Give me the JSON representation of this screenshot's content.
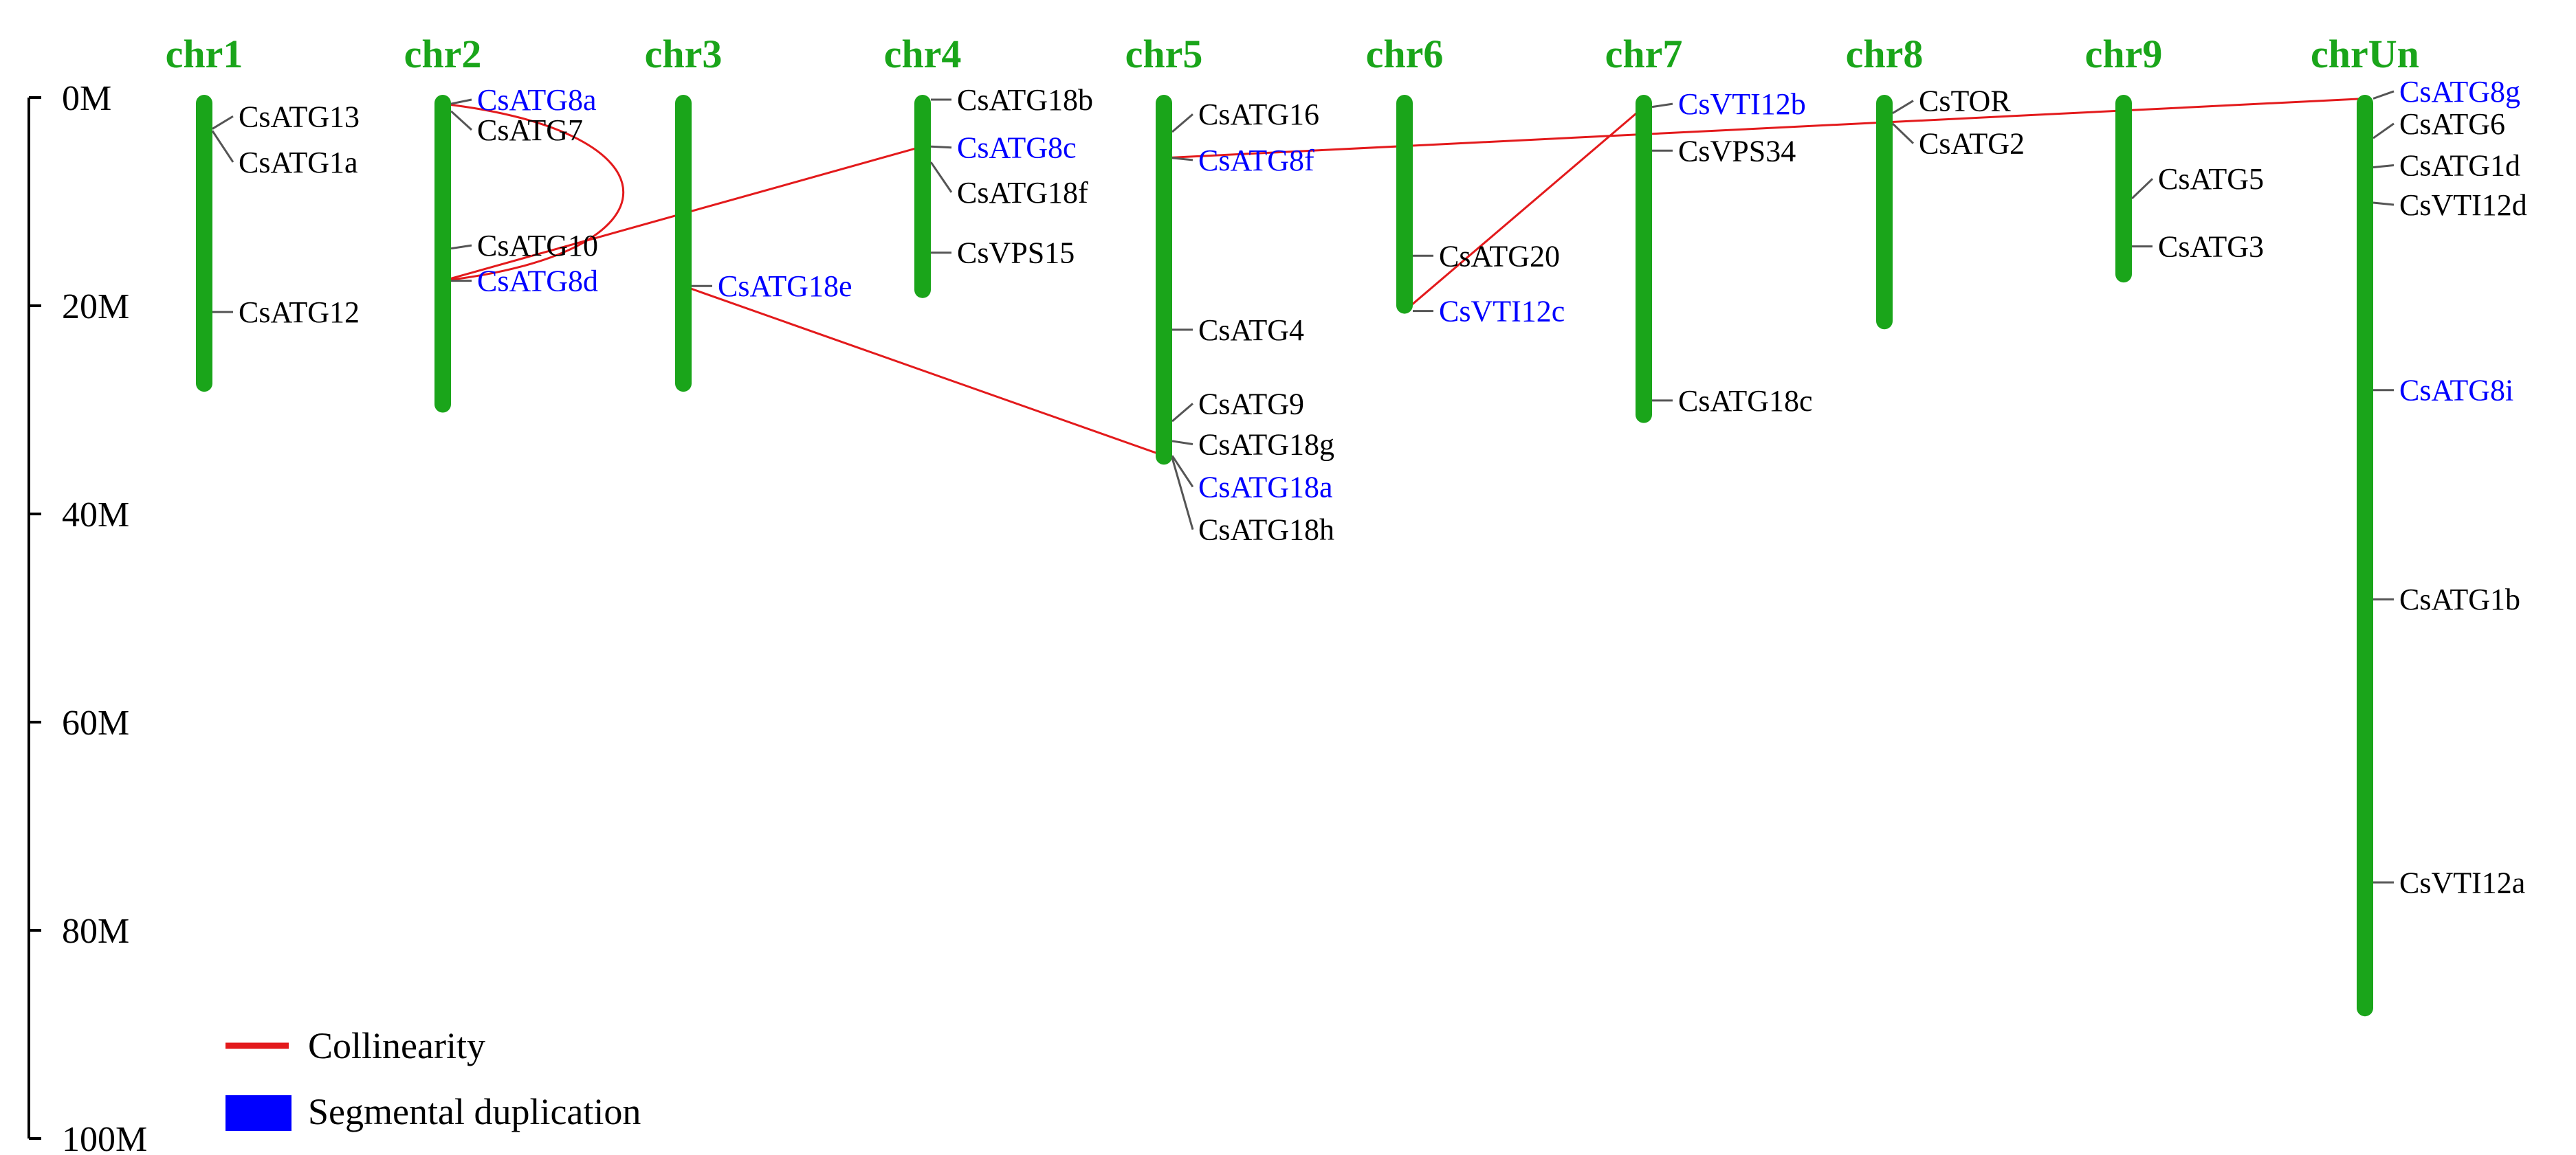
{
  "colors": {
    "chromosome": "#1aa51a",
    "chr_title": "#1aa51a",
    "collinearity": "#e31a1c",
    "segmental": "#0000ff",
    "gene_default": "#000000",
    "tick_line": "#555555"
  },
  "axis": {
    "unit": "M",
    "ticks": [
      "0M",
      "20M",
      "40M",
      "60M",
      "80M",
      "100M"
    ],
    "range": [
      0,
      100
    ]
  },
  "chromosomes": [
    {
      "name": "chr1",
      "length": 28
    },
    {
      "name": "chr2",
      "length": 30
    },
    {
      "name": "chr3",
      "length": 28
    },
    {
      "name": "chr4",
      "length": 19
    },
    {
      "name": "chr5",
      "length": 35
    },
    {
      "name": "chr6",
      "length": 20.5
    },
    {
      "name": "chr7",
      "length": 31
    },
    {
      "name": "chr8",
      "length": 22
    },
    {
      "name": "chr9",
      "length": 17.5
    },
    {
      "name": "chrUn",
      "length": 88
    }
  ],
  "genes": [
    {
      "name": "CsATG13",
      "chr": "chr1",
      "pos": 3,
      "label_pos": 1.8,
      "segmental": false
    },
    {
      "name": "CsATG1a",
      "chr": "chr1",
      "pos": 3.2,
      "label_pos": 6.2,
      "segmental": false
    },
    {
      "name": "CsATG12",
      "chr": "chr1",
      "pos": 20.6,
      "label_pos": 20.6,
      "segmental": false
    },
    {
      "name": "CsATG8a",
      "chr": "chr2",
      "pos": 0.6,
      "label_pos": 0.2,
      "segmental": true
    },
    {
      "name": "CsATG7",
      "chr": "chr2",
      "pos": 1.3,
      "label_pos": 3.1,
      "segmental": false
    },
    {
      "name": "CsATG10",
      "chr": "chr2",
      "pos": 14.5,
      "label_pos": 14.2,
      "segmental": false
    },
    {
      "name": "CsATG8d",
      "chr": "chr2",
      "pos": 17.6,
      "label_pos": 17.6,
      "segmental": true
    },
    {
      "name": "CsATG18e",
      "chr": "chr3",
      "pos": 18.1,
      "label_pos": 18.1,
      "segmental": true
    },
    {
      "name": "CsATG18b",
      "chr": "chr4",
      "pos": 0.2,
      "label_pos": 0.2,
      "segmental": false
    },
    {
      "name": "CsATG8c",
      "chr": "chr4",
      "pos": 4.7,
      "label_pos": 4.8,
      "segmental": true
    },
    {
      "name": "CsATG18f",
      "chr": "chr4",
      "pos": 6.2,
      "label_pos": 9.1,
      "segmental": false
    },
    {
      "name": "CsVPS15",
      "chr": "chr4",
      "pos": 14.9,
      "label_pos": 14.9,
      "segmental": false
    },
    {
      "name": "CsATG16",
      "chr": "chr5",
      "pos": 3.3,
      "label_pos": 1.6,
      "segmental": false
    },
    {
      "name": "CsATG8f",
      "chr": "chr5",
      "pos": 5.8,
      "label_pos": 6.0,
      "segmental": true
    },
    {
      "name": "CsATG4",
      "chr": "chr5",
      "pos": 22.3,
      "label_pos": 22.3,
      "segmental": false
    },
    {
      "name": "CsATG9",
      "chr": "chr5",
      "pos": 31.1,
      "label_pos": 29.4,
      "segmental": false
    },
    {
      "name": "CsATG18g",
      "chr": "chr5",
      "pos": 33.0,
      "label_pos": 33.3,
      "segmental": false
    },
    {
      "name": "CsATG18a",
      "chr": "chr5",
      "pos": 34.4,
      "label_pos": 37.4,
      "segmental": true
    },
    {
      "name": "CsATG18h",
      "chr": "chr5",
      "pos": 34.6,
      "label_pos": 41.5,
      "segmental": false
    },
    {
      "name": "CsATG20",
      "chr": "chr6",
      "pos": 15.2,
      "label_pos": 15.2,
      "segmental": false
    },
    {
      "name": "CsVTI12c",
      "chr": "chr6",
      "pos": 20.5,
      "label_pos": 20.5,
      "segmental": true
    },
    {
      "name": "CsVTI12b",
      "chr": "chr7",
      "pos": 0.9,
      "label_pos": 0.6,
      "segmental": true
    },
    {
      "name": "CsVPS34",
      "chr": "chr7",
      "pos": 5.1,
      "label_pos": 5.1,
      "segmental": false
    },
    {
      "name": "CsATG18c",
      "chr": "chr7",
      "pos": 29.1,
      "label_pos": 29.1,
      "segmental": false
    },
    {
      "name": "CsTOR",
      "chr": "chr8",
      "pos": 1.5,
      "label_pos": 0.3,
      "segmental": false
    },
    {
      "name": "CsATG2",
      "chr": "chr8",
      "pos": 2.5,
      "label_pos": 4.4,
      "segmental": false
    },
    {
      "name": "CsATG5",
      "chr": "chr9",
      "pos": 9.7,
      "label_pos": 7.8,
      "segmental": false
    },
    {
      "name": "CsATG3",
      "chr": "chr9",
      "pos": 14.3,
      "label_pos": 14.3,
      "segmental": false
    },
    {
      "name": "CsATG8g",
      "chr": "chrUn",
      "pos": 0.1,
      "label_pos": -0.6,
      "segmental": true
    },
    {
      "name": "CsATG6",
      "chr": "chrUn",
      "pos": 3.9,
      "label_pos": 2.5,
      "segmental": false
    },
    {
      "name": "CsATG1d",
      "chr": "chrUn",
      "pos": 6.7,
      "label_pos": 6.5,
      "segmental": false
    },
    {
      "name": "CsVTI12d",
      "chr": "chrUn",
      "pos": 10.1,
      "label_pos": 10.3,
      "segmental": false
    },
    {
      "name": "CsATG8i",
      "chr": "chrUn",
      "pos": 28.1,
      "label_pos": 28.1,
      "segmental": true
    },
    {
      "name": "CsATG1b",
      "chr": "chrUn",
      "pos": 48.2,
      "label_pos": 48.2,
      "segmental": false
    },
    {
      "name": "CsVTI12a",
      "chr": "chrUn",
      "pos": 75.4,
      "label_pos": 75.4,
      "segmental": false
    }
  ],
  "links": [
    {
      "from": "CsATG8a",
      "to": "CsATG8d"
    },
    {
      "from": "CsATG8d",
      "to": "CsATG8c"
    },
    {
      "from": "CsATG18e",
      "to": "CsATG18a"
    },
    {
      "from": "CsATG8f",
      "to": "CsATG8g"
    },
    {
      "from": "CsVTI12c",
      "to": "CsVTI12b"
    }
  ],
  "legend": [
    {
      "label": "Collinearity",
      "kind": "line",
      "color": "#e31a1c"
    },
    {
      "label": "Segmental duplication",
      "kind": "box",
      "color": "#0000ff"
    }
  ]
}
